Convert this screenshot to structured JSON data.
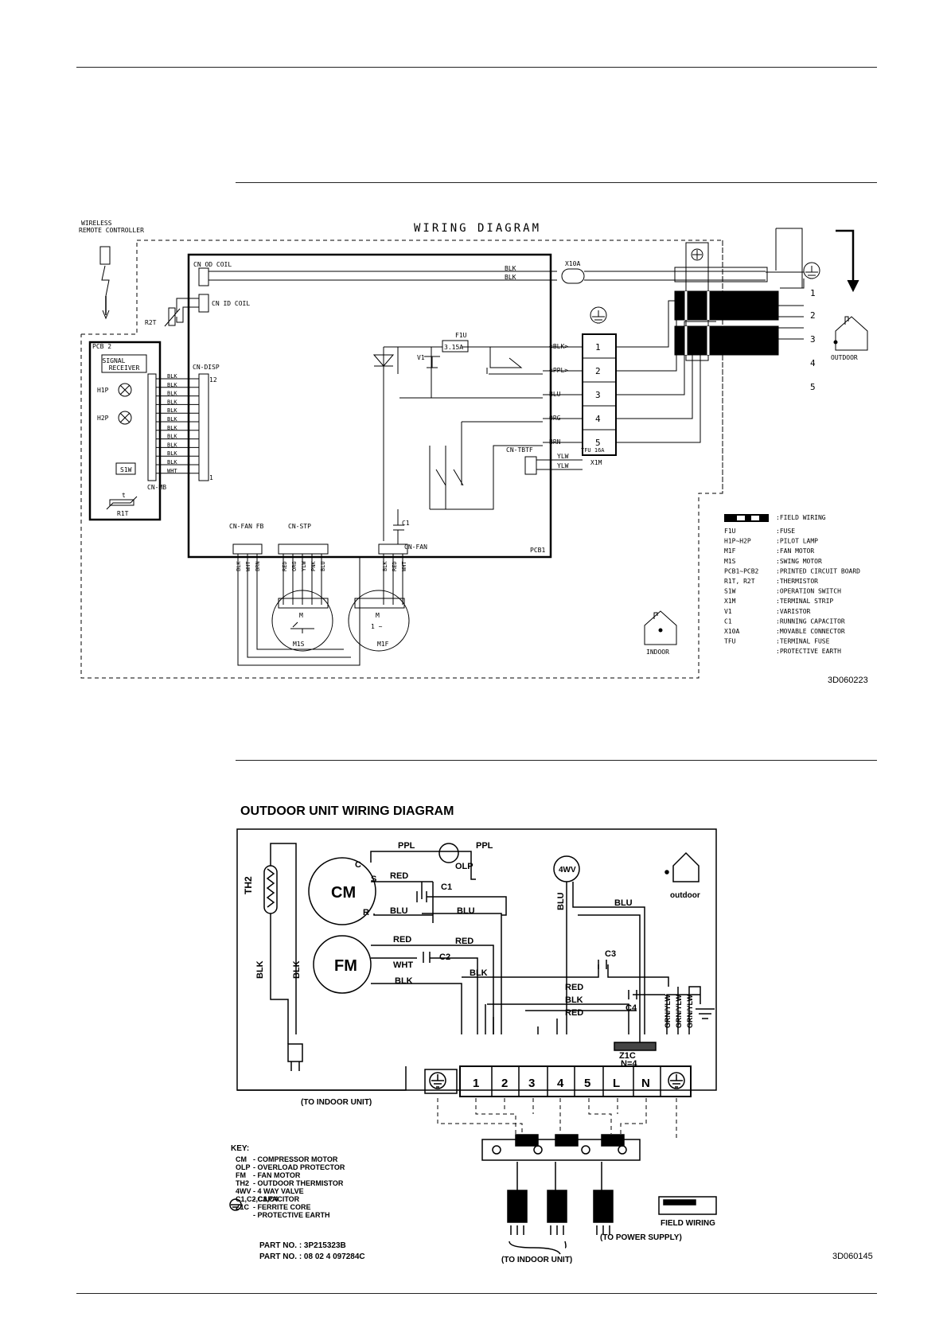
{
  "indoor": {
    "title": "WIRING DIAGRAM",
    "wireless": [
      "WIRELESS",
      "REMOTE CONTROLLER"
    ],
    "code": "3D060223",
    "pcb2": "PCB 2",
    "signal": [
      "SIGNAL",
      "RECEIVER"
    ],
    "h1p": "H1P",
    "h2p": "H2P",
    "s1w": "S1W",
    "r1t": "R1T",
    "t": "t",
    "cn_od_coil": "CN OD COIL",
    "cn_id_coil": "CN ID COIL",
    "r2t": "R2T",
    "cn_disp": "CN-DISP",
    "cn_mb": "CN-MB",
    "disp_wires": [
      "BLK",
      "BLK",
      "BLK",
      "BLK",
      "BLK",
      "BLK",
      "BLK",
      "BLK",
      "BLK",
      "BLK",
      "BLK",
      "WHT"
    ],
    "pin12": "12",
    "pin1": "1",
    "blk": "BLK",
    "x10a": "X10A",
    "f1u": "F1U",
    "f1u_val": "3.15A",
    "v1": "V1",
    "conn": [
      "<BLK>",
      "<PPL>",
      "BLU",
      "ORG",
      "BRN"
    ],
    "terminals": [
      "1",
      "2",
      "3",
      "4",
      "5"
    ],
    "tfu": "TFU 16A",
    "x1m": "X1M",
    "cn_tbtf": "CN-TBTF",
    "ylw": "YLW",
    "cn_fan_fb": "CN-FAN FB",
    "cn_stp": "CN-STP",
    "cn_fan": "CN-FAN",
    "c1": "C1",
    "pcb1": "PCB1",
    "fanfb_wires": [
      "BLK",
      "WHT",
      "BRN"
    ],
    "stp_wires": [
      "RED",
      "ORG",
      "YLW",
      "PNK",
      "BLU"
    ],
    "fan_wires": [
      "BLK",
      "RED",
      "WHT"
    ],
    "m1s": "M1S",
    "m1f": "M1F",
    "m": "M",
    "one_tilde": "1 ~",
    "outdoor": "OUTDOOR",
    "indoor": "INDOOR",
    "out_nums": [
      "1",
      "2",
      "3",
      "4",
      "5"
    ],
    "legend": [
      [
        "F1U",
        ":FUSE"
      ],
      [
        "H1P~H2P",
        ":PILOT LAMP"
      ],
      [
        "M1F",
        ":FAN MOTOR"
      ],
      [
        "M1S",
        ":SWING MOTOR"
      ],
      [
        "PCB1~PCB2",
        ":PRINTED CIRCUIT BOARD"
      ],
      [
        "R1T, R2T",
        ":THERMISTOR"
      ],
      [
        "S1W",
        ":OPERATION SWITCH"
      ],
      [
        "X1M",
        ":TERMINAL STRIP"
      ],
      [
        "V1",
        ":VARISTOR"
      ],
      [
        "C1",
        ":RUNNING CAPACITOR"
      ],
      [
        "X10A",
        ":MOVABLE CONNECTOR"
      ],
      [
        "TFU",
        ":TERMINAL FUSE"
      ],
      [
        "",
        ":PROTECTIVE EARTH"
      ]
    ],
    "legend_field": ":FIELD WIRING"
  },
  "outdoor": {
    "title": "OUTDOOR UNIT WIRING DIAGRAM",
    "code": "3D060145",
    "cm": "CM",
    "fm": "FM",
    "th2": "TH2",
    "olp": "OLP",
    "wv": "4WV",
    "c": "C",
    "s": "S",
    "r": "R",
    "ppl1": "PPL",
    "ppl2": "PPL",
    "red1": "RED",
    "red2": "RED",
    "red3": "RED",
    "red4": "RED",
    "red5": "RED",
    "blu1": "BLU",
    "blu2": "BLU",
    "blu3": "BLU",
    "blu4": "BLU",
    "blk1": "BLK",
    "blk2": "BLK",
    "blk3": "BLK",
    "blk4": "BLK",
    "blk5": "BLK",
    "wht": "WHT",
    "c1": "C1",
    "c2": "C2",
    "c3": "C3",
    "c4": "C4",
    "z1c": "Z1C",
    "n4": "N=4",
    "grnylw": [
      "GRN/YLW",
      "GRN/YLW",
      "GRN/YLW"
    ],
    "terminals": [
      "1",
      "2",
      "3",
      "4",
      "5",
      "L",
      "N"
    ],
    "label_outdoor": "outdoor",
    "to_indoor_top": "(TO INDOOR UNIT)",
    "to_indoor_bottom": "(TO INDOOR UNIT)",
    "to_power": "(TO POWER SUPPLY)",
    "field_wiring": "FIELD  WIRING",
    "key_title": "KEY:",
    "key": [
      [
        "CM",
        "- COMPRESSOR MOTOR"
      ],
      [
        "OLP",
        "- OVERLOAD PROTECTOR"
      ],
      [
        "FM",
        "- FAN MOTOR"
      ],
      [
        "TH2",
        "- OUTDOOR THERMISTOR"
      ],
      [
        "4WV",
        "- 4 WAY VALVE"
      ],
      [
        "C1,C2,C3,C4",
        "- CAPACITOR"
      ],
      [
        "Z1C",
        "- FERRITE CORE"
      ],
      [
        "",
        "- PROTECTIVE EARTH"
      ]
    ],
    "part1": "PART NO. : 3P215323B",
    "part2": "PART NO. : 08 02 4 097284C"
  }
}
